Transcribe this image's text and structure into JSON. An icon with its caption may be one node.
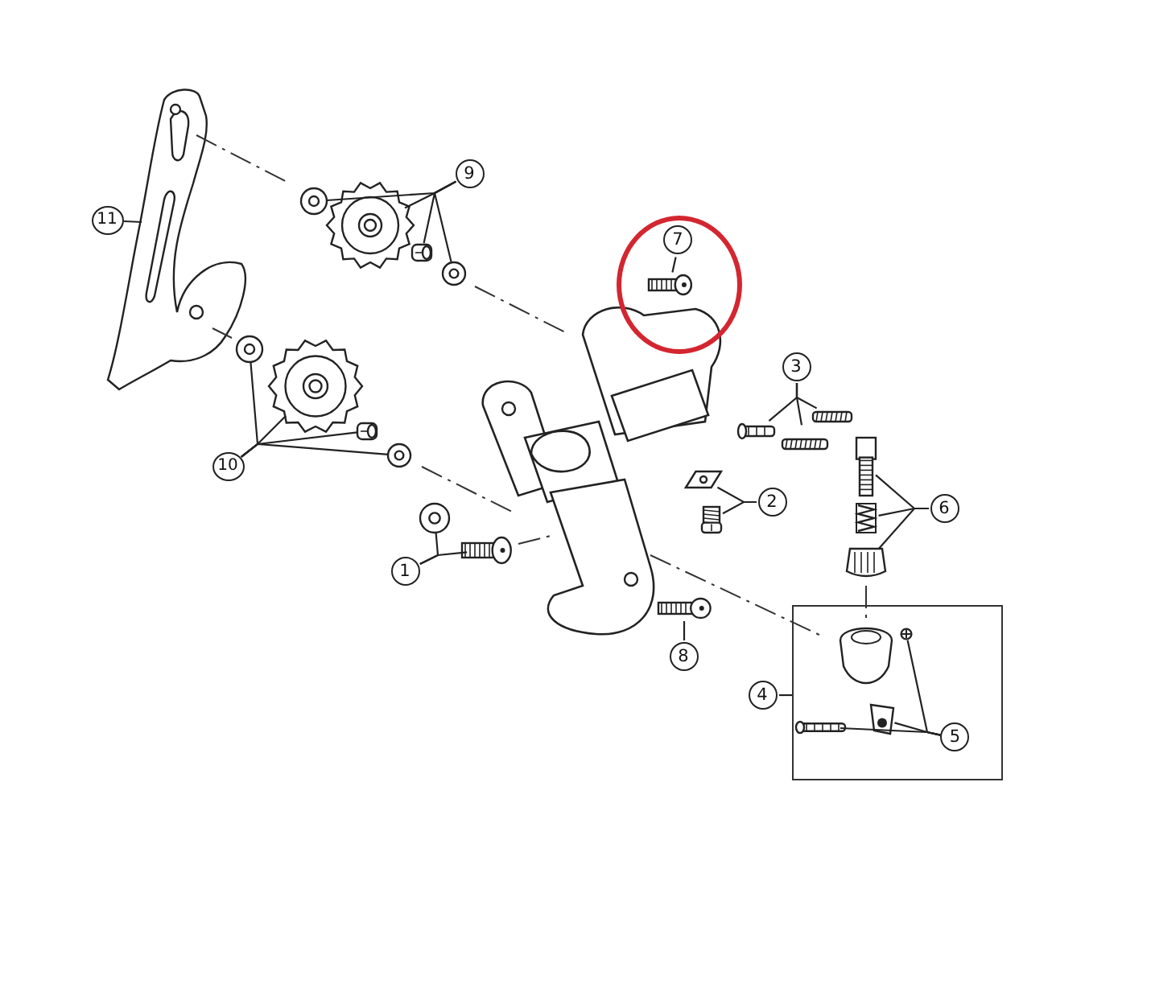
{
  "diagram": {
    "nodes": [
      {
        "text": [
          "11"
        ]
      },
      {
        "text": [],
        "shape": "picture"
      },
      {
        "text": [
          "9"
        ]
      },
      {
        "text": [],
        "shape": "picture"
      },
      {
        "text": [],
        "shape": "picture"
      },
      {
        "text": [],
        "shape": "picture"
      },
      {
        "text": [],
        "shape": "picture"
      },
      {
        "text": [],
        "shape": "circle"
      },
      {
        "text": [
          "7"
        ],
        "in": 7
      },
      {
        "text": [],
        "shape": "picture",
        "in": 7
      },
      {
        "text": [
          "3"
        ]
      },
      {
        "text": [],
        "shape": "picture"
      },
      {
        "text": [],
        "shape": "picture"
      },
      {
        "text": [],
        "shape": "picture"
      },
      {
        "text": [
          "10"
        ]
      },
      {
        "text": [],
        "shape": "picture"
      },
      {
        "text": [],
        "shape": "picture"
      },
      {
        "text": [],
        "shape": "picture"
      },
      {
        "text": [],
        "shape": "picture"
      },
      {
        "text": [
          "2"
        ]
      },
      {
        "text": [],
        "shape": "picture"
      },
      {
        "text": [],
        "shape": "picture"
      },
      {
        "text": [
          "6"
        ]
      },
      {
        "text": [],
        "shape": "picture"
      },
      {
        "text": [],
        "shape": "picture"
      },
      {
        "text": [],
        "shape": "picture"
      },
      {
        "text": [
          "1"
        ]
      },
      {
        "text": [],
        "shape": "picture"
      },
      {
        "text": [],
        "shape": "picture"
      },
      {
        "text": [
          "8"
        ]
      },
      {
        "text": [],
        "shape": "picture"
      },
      {
        "text": [
          "4"
        ]
      },
      {
        "text": [],
        "shape": "box"
      },
      {
        "text": [
          "5"
        ],
        "in": 32
      },
      {
        "text": [],
        "shape": "picture",
        "in": 32
      },
      {
        "text": [],
        "shape": "picture",
        "in": 32
      },
      {
        "text": [],
        "shape": "picture",
        "in": 32
      }
    ],
    "edges": [
      {
        "from": 0,
        "to": 1,
        "arrow": "none"
      },
      {
        "from": 2,
        "to": 3,
        "arrow": "none"
      },
      {
        "from": 2,
        "to": 4,
        "arrow": "none"
      },
      {
        "from": 2,
        "to": 5,
        "arrow": "none"
      },
      {
        "from": 2,
        "to": 6,
        "arrow": "none"
      },
      {
        "from": 8,
        "to": 9,
        "arrow": "none"
      },
      {
        "from": 10,
        "to": 11,
        "arrow": "none"
      },
      {
        "from": 10,
        "to": 12,
        "arrow": "none"
      },
      {
        "from": 10,
        "to": 13,
        "arrow": "none"
      },
      {
        "from": 14,
        "to": 15,
        "arrow": "none"
      },
      {
        "from": 14,
        "to": 16,
        "arrow": "none"
      },
      {
        "from": 14,
        "to": 17,
        "arrow": "none"
      },
      {
        "from": 14,
        "to": 18,
        "arrow": "none"
      },
      {
        "from": 19,
        "to": 20,
        "arrow": "none"
      },
      {
        "from": 19,
        "to": 21,
        "arrow": "none"
      },
      {
        "from": 22,
        "to": 23,
        "arrow": "none"
      },
      {
        "from": 22,
        "to": 24,
        "arrow": "none"
      },
      {
        "from": 22,
        "to": 25,
        "arrow": "none"
      },
      {
        "from": 26,
        "to": 27,
        "arrow": "none"
      },
      {
        "from": 26,
        "to": 28,
        "arrow": "none"
      },
      {
        "from": 29,
        "to": 30,
        "arrow": "none"
      },
      {
        "from": 31,
        "to": 32,
        "arrow": "none"
      },
      {
        "from": 33,
        "to": 34,
        "arrow": "none"
      },
      {
        "from": 33,
        "to": 35,
        "arrow": "none"
      },
      {
        "from": 33,
        "to": 36,
        "arrow": "none"
      }
    ]
  }
}
